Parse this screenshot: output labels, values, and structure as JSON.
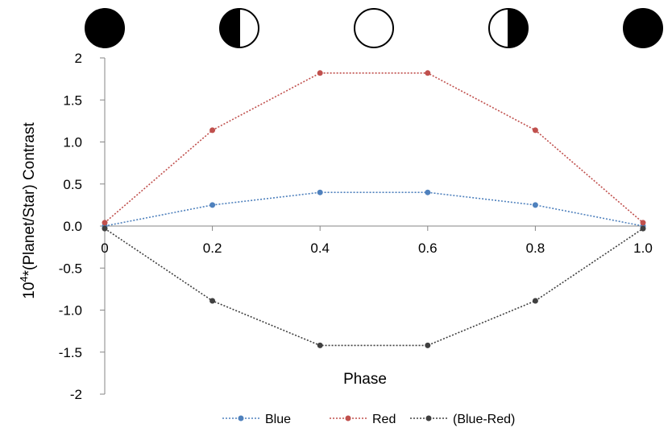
{
  "chart_data": {
    "type": "line",
    "title": "",
    "xlabel": "Phase",
    "ylabel_base": "10",
    "ylabel_sup": "4",
    "ylabel_rest": "*(Planet/Star) Contrast",
    "x": [
      0,
      0.2,
      0.4,
      0.6,
      0.8,
      1.0
    ],
    "xlim": [
      0,
      1.0
    ],
    "ylim": [
      -2,
      2
    ],
    "x_tick_labels": [
      "0",
      "0.2",
      "0.4",
      "0.6",
      "0.8",
      "1.0"
    ],
    "y_tick_values": [
      2,
      1.5,
      1.0,
      0.5,
      0.0,
      -0.5,
      -1.0,
      -1.5,
      -2
    ],
    "y_tick_labels": [
      "2",
      "1.5",
      "1.0",
      "0.5",
      "0.0",
      "-0.5",
      "-1.0",
      "-1.5",
      "-2"
    ],
    "grid": false,
    "legend_position": "bottom",
    "series": [
      {
        "name": "Blue",
        "color": "#4F81BD",
        "values": [
          0.0,
          0.25,
          0.4,
          0.4,
          0.25,
          0.0
        ]
      },
      {
        "name": "Red",
        "color": "#C0504D",
        "values": [
          0.04,
          1.14,
          1.82,
          1.82,
          1.14,
          0.04
        ]
      },
      {
        "name": "(Blue-Red)",
        "color": "#404040",
        "values": [
          -0.03,
          -0.89,
          -1.42,
          -1.42,
          -0.89,
          -0.03
        ]
      }
    ],
    "phase_icons": [
      {
        "phase": 0,
        "type": "new"
      },
      {
        "phase": 0.25,
        "type": "first-quarter"
      },
      {
        "phase": 0.5,
        "type": "full"
      },
      {
        "phase": 0.75,
        "type": "last-quarter"
      },
      {
        "phase": 1.0,
        "type": "new"
      }
    ]
  }
}
